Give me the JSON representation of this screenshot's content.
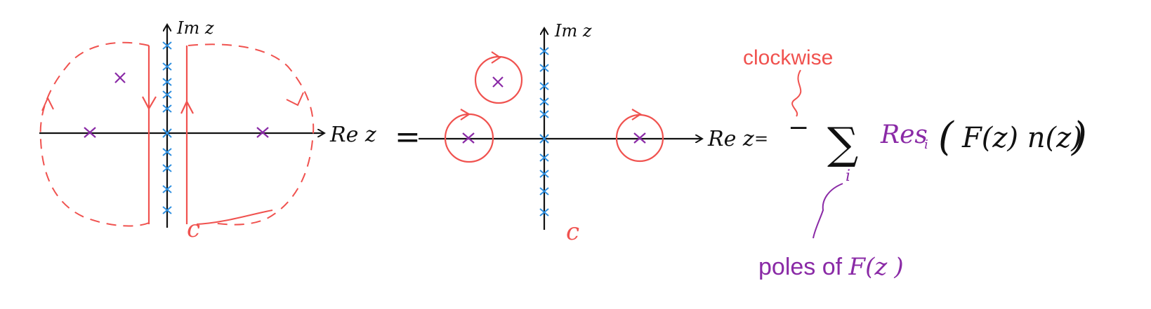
{
  "colors": {
    "axis": "#111111",
    "contour": "#f0524f",
    "imag_poles": "#2e8fe0",
    "poles": "#8a2aa6"
  },
  "left_panel": {
    "im_label": "Im z",
    "re_label": "Re z",
    "contour_label": "c"
  },
  "middle_panel": {
    "equals": "=",
    "im_label": "Im z",
    "re_label": "Re z",
    "contour_label": "c"
  },
  "right_panel": {
    "equals": "=",
    "minus": "−",
    "clockwise_label": "clockwise",
    "sum_symbol": "∑",
    "sum_index": "i",
    "res_label": "Res",
    "res_index": "i",
    "open_paren": "(",
    "argument": "F(z) n(z)",
    "close_paren": ")",
    "poles_label_prefix": "poles of ",
    "poles_label_func": "F(z",
    "poles_label_close": ")"
  }
}
